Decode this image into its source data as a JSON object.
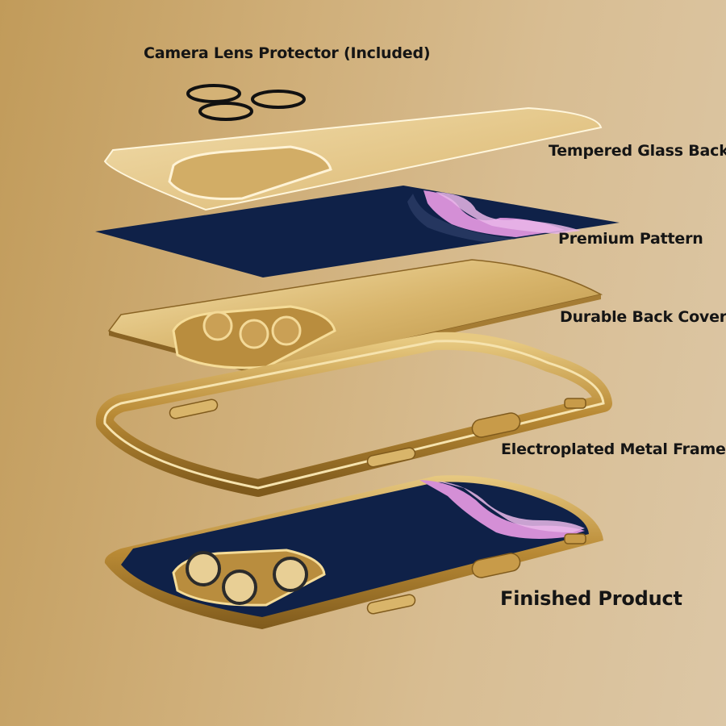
{
  "labels": {
    "camera_lens_protector": "Camera Lens Protector (Included)",
    "tempered_glass_back": "Tempered Glass Back",
    "premium_pattern": "Premium Pattern",
    "durable_back_cover": "Durable Back Cover",
    "electroplated_metal_frame": "Electroplated Metal Frame",
    "finished_product": "Finished Product"
  },
  "colors": {
    "background": "#cfae78",
    "gold": "#c9a14e",
    "gold_light": "#f3dfa8",
    "navy": "#0f2148",
    "pink": "#d48fd6",
    "text": "#151515"
  }
}
